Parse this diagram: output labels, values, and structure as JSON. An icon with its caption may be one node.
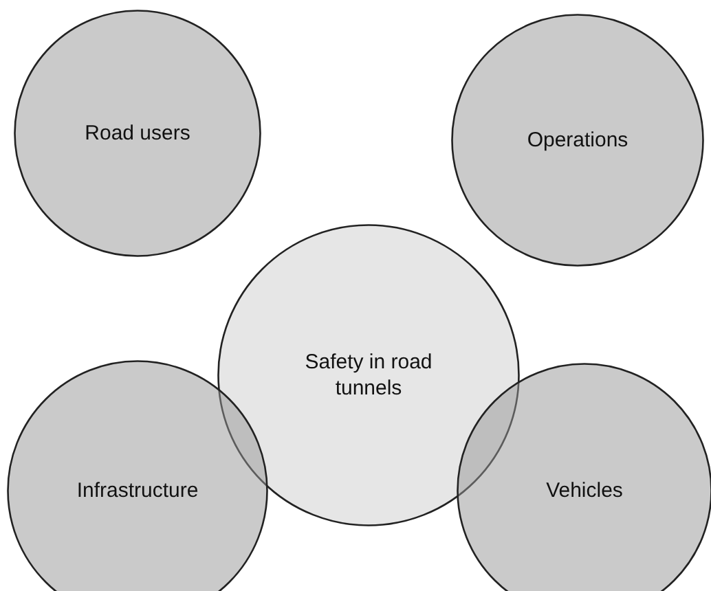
{
  "diagram": {
    "nodes": [
      {
        "text": [
          "Safety in road tunnels"
        ]
      },
      {
        "text": [
          "Road users"
        ]
      },
      {
        "text": [
          "Operations"
        ]
      },
      {
        "text": [
          "Infrastructure"
        ]
      },
      {
        "text": [
          "Vehicles"
        ]
      }
    ]
  }
}
